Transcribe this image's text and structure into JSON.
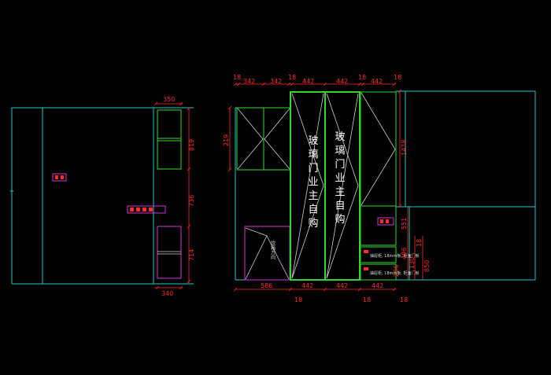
{
  "left_view": {
    "dims_top": [
      "350"
    ],
    "dims_right": [
      "819",
      "736",
      "714"
    ],
    "dims_bottom": [
      "340"
    ]
  },
  "right_view": {
    "dims_top": [
      "18",
      "342",
      "342",
      "18",
      "442",
      "442",
      "18",
      "442",
      "18"
    ],
    "dims_left": [
      "219"
    ],
    "dims_right": [
      "1478",
      "551",
      "496",
      "206",
      "130",
      "18",
      "850"
    ],
    "dims_bottom": [
      "586",
      "442",
      "442",
      "442"
    ],
    "dims_bottom_small": [
      "18",
      "18",
      "18"
    ],
    "glass_label_1": "玻璃门业主自购",
    "glass_label_2": "玻璃门业主自购",
    "small_text": "饮箱方向",
    "drawer_label_1": "抽屉柜, 18mm板, 柜面门板",
    "drawer_label_2": "抽屉柜, 18mm板, 柜面门板"
  },
  "colors": {
    "background": "#000000",
    "dimension": "#ff2a2a",
    "outline": "#22c8c8",
    "cabinet": "#33d633",
    "glass_line": "#cfcfcf",
    "accent": "#d433d4"
  }
}
